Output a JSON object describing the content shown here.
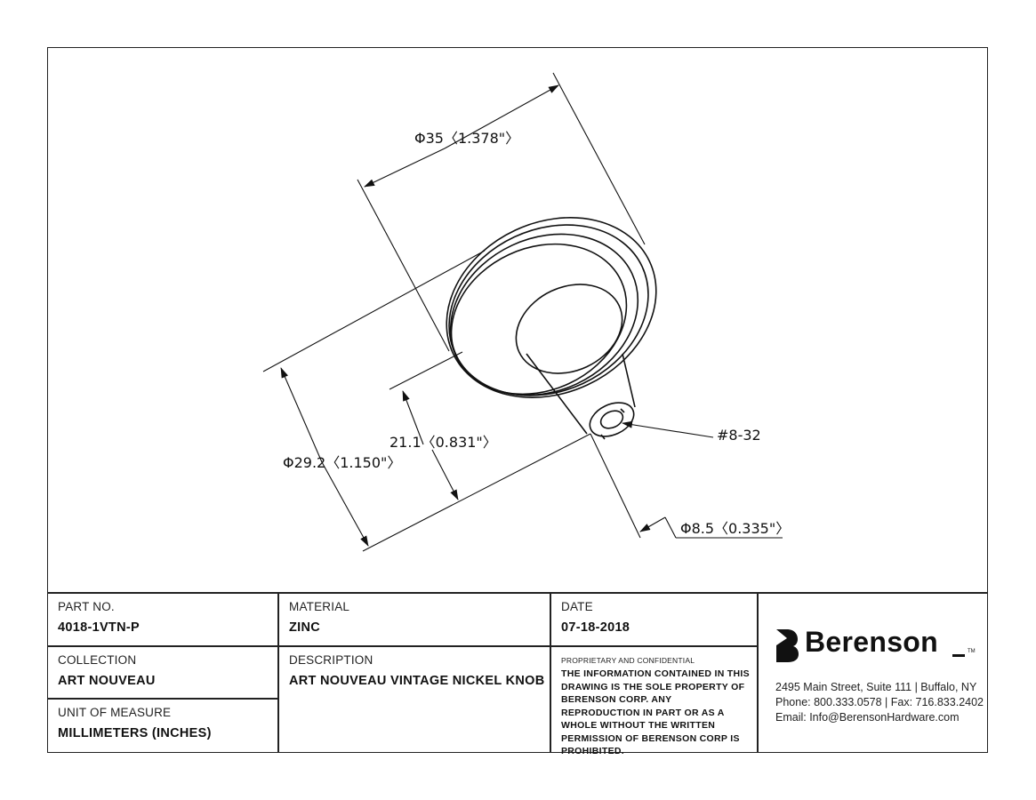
{
  "dimensions": {
    "outer_diameter": "Φ35〈1.378\"〉",
    "base_diameter": "Φ29.2〈1.150\"〉",
    "height": "21.1〈0.831\"〉",
    "tip_diameter": "Φ8.5〈0.335\"〉",
    "thread": "#8-32"
  },
  "title_block": {
    "part_no_label": "PART NO.",
    "part_no": "4018-1VTN-P",
    "material_label": "MATERIAL",
    "material": "ZINC",
    "date_label": "DATE",
    "date": "07-18-2018",
    "collection_label": "COLLECTION",
    "collection": "ART NOUVEAU",
    "description_label": "DESCRIPTION",
    "description": "ART NOUVEAU VINTAGE NICKEL KNOB",
    "unit_label": "UNIT OF MEASURE",
    "unit": "MILLIMETERS (INCHES)",
    "confidential_heading": "PROPRIETARY AND CONFIDENTIAL",
    "confidential_text": "THE INFORMATION CONTAINED IN THIS DRAWING IS THE SOLE PROPERTY OF BERENSON CORP. ANY REPRODUCTION IN PART OR AS A WHOLE WITHOUT THE WRITTEN PERMISSION OF BERENSON CORP IS PROHIBITED."
  },
  "company": {
    "name": "Berenson",
    "trademark": "TM",
    "address": "2495 Main Street, Suite 111 | Buffalo, NY",
    "phone_fax": "Phone: 800.333.0578 | Fax: 716.833.2402",
    "email": "Email: Info@BerensonHardware.com"
  }
}
